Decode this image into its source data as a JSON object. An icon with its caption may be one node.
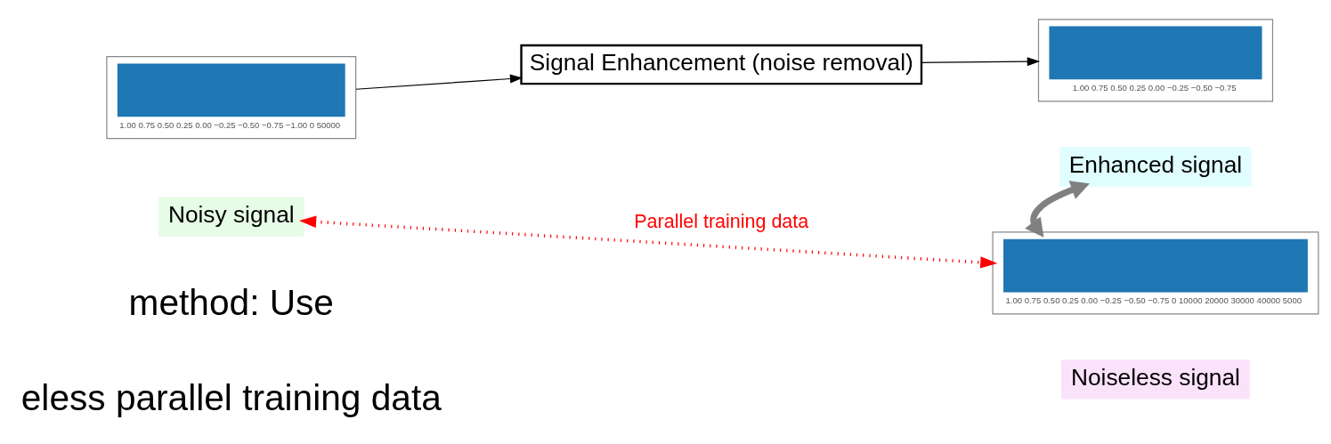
{
  "diagram": {
    "nodes": [
      {
        "text": [
          "1.00",
          "0.75",
          "0.50",
          "0.25",
          "0.00",
          "−0.25",
          "−0.50",
          "−0.75",
          "−1.00",
          "0",
          "50000"
        ]
      },
      {
        "text": [
          "Noisy signal"
        ]
      },
      {
        "text": [
          "Signal Enhancement (noise removal)"
        ]
      },
      {
        "text": [
          "1.00",
          "0.75",
          "0.50",
          "0.25",
          "0.00",
          "−0.25",
          "−0.50",
          "−0.75"
        ]
      },
      {
        "text": [
          "Enhanced signal"
        ]
      },
      {
        "text": [
          "1.00",
          "0.75",
          "0.50",
          "0.25",
          "0.00",
          "−0.25",
          "−0.50",
          "−0.75",
          "0",
          "10000",
          "20000",
          "30000",
          "40000",
          "5000"
        ]
      },
      {
        "text": [
          "Noiseless signal"
        ]
      }
    ],
    "edges": [
      {
        "from": 0,
        "to": 2,
        "arrow": "to"
      },
      {
        "from": 2,
        "to": 3,
        "arrow": "to"
      },
      {
        "from": 4,
        "to": 5,
        "arrow": "both",
        "style": "thick",
        "color": "#808080"
      },
      {
        "from": 1,
        "to": 5,
        "arrow": "both",
        "style": "dashed",
        "color": "#ff0000",
        "label": "Parallel training data"
      }
    ],
    "labels": [
      "method: Use",
      "eless parallel training data"
    ]
  }
}
